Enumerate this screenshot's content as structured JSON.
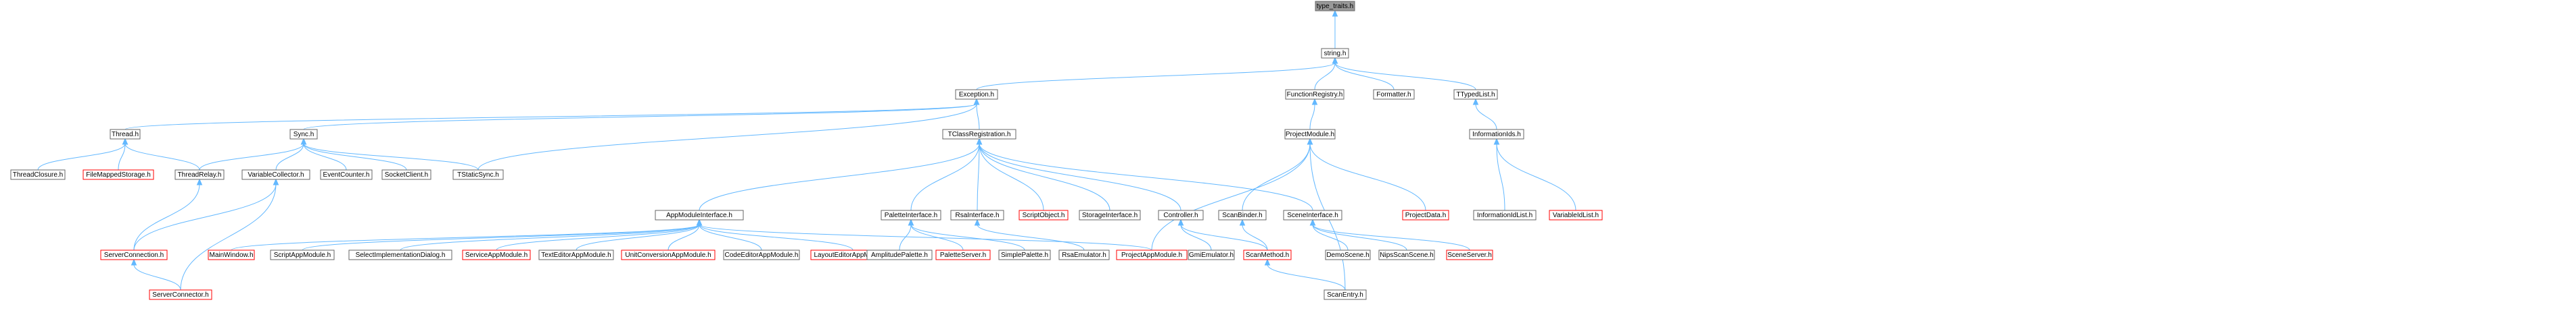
{
  "diagram": {
    "root": "type_traits.h",
    "colors": {
      "edge": "#63b8ff",
      "node_border": "#666666",
      "node_border_truncated": "#ff0000",
      "root_fill": "#999999",
      "node_fill": "#ffffff"
    },
    "nodes": {
      "type_traits": {
        "label": "type_traits.h",
        "style": "root"
      },
      "string": {
        "label": "string.h",
        "style": "normal"
      },
      "exception": {
        "label": "Exception.h",
        "style": "normal"
      },
      "functionregistry": {
        "label": "FunctionRegistry.h",
        "style": "normal"
      },
      "formatter": {
        "label": "Formatter.h",
        "style": "normal"
      },
      "ttypedlist": {
        "label": "TTypedList.h",
        "style": "normal"
      },
      "thread": {
        "label": "Thread.h",
        "style": "normal"
      },
      "sync": {
        "label": "Sync.h",
        "style": "normal"
      },
      "tclassregistration": {
        "label": "TClassRegistration.h",
        "style": "normal"
      },
      "projectmodule": {
        "label": "ProjectModule.h",
        "style": "normal"
      },
      "informationids": {
        "label": "InformationIds.h",
        "style": "normal"
      },
      "threadclosure": {
        "label": "ThreadClosure.h",
        "style": "normal"
      },
      "filemappedstorage": {
        "label": "FileMappedStorage.h",
        "style": "truncated"
      },
      "threadrelay": {
        "label": "ThreadRelay.h",
        "style": "normal"
      },
      "variablecollector": {
        "label": "VariableCollector.h",
        "style": "normal"
      },
      "eventcounter": {
        "label": "EventCounter.h",
        "style": "normal"
      },
      "socketclient": {
        "label": "SocketClient.h",
        "style": "normal"
      },
      "tstaticsync": {
        "label": "TStaticSync.h",
        "style": "normal"
      },
      "appmoduleinterface": {
        "label": "AppModuleInterface.h",
        "style": "normal"
      },
      "paletteinterface": {
        "label": "PaletteInterface.h",
        "style": "normal"
      },
      "rsainterface": {
        "label": "RsaInterface.h",
        "style": "normal"
      },
      "scriptobject": {
        "label": "ScriptObject.h",
        "style": "truncated"
      },
      "storageinterface": {
        "label": "StorageInterface.h",
        "style": "normal"
      },
      "controller": {
        "label": "Controller.h",
        "style": "normal"
      },
      "scanbinder": {
        "label": "ScanBinder.h",
        "style": "normal"
      },
      "sceneinterface": {
        "label": "SceneInterface.h",
        "style": "normal"
      },
      "projectdata": {
        "label": "ProjectData.h",
        "style": "truncated"
      },
      "informationidlist": {
        "label": "InformationIdList.h",
        "style": "normal"
      },
      "variableidlist": {
        "label": "VariableIdList.h",
        "style": "truncated"
      },
      "serverconnection": {
        "label": "ServerConnection.h",
        "style": "truncated"
      },
      "mainwindow": {
        "label": "MainWindow.h",
        "style": "truncated"
      },
      "scriptappmodule": {
        "label": "ScriptAppModule.h",
        "style": "normal"
      },
      "selectimplementationdialog": {
        "label": "SelectImplementationDialog.h",
        "style": "normal"
      },
      "serviceappmodule": {
        "label": "ServiceAppModule.h",
        "style": "truncated"
      },
      "texteditorappmodule": {
        "label": "TextEditorAppModule.h",
        "style": "normal"
      },
      "unitconversionappmodule": {
        "label": "UnitConversionAppModule.h",
        "style": "truncated"
      },
      "codeeditorappmodule": {
        "label": "CodeEditorAppModule.h",
        "style": "normal"
      },
      "layouteditorappmodule": {
        "label": "LayoutEditorAppModule.h",
        "style": "truncated"
      },
      "amplitudepalette": {
        "label": "AmplitudePalette.h",
        "style": "normal"
      },
      "paletteserver": {
        "label": "PaletteServer.h",
        "style": "truncated"
      },
      "simplepalette": {
        "label": "SimplePalette.h",
        "style": "normal"
      },
      "rsaemulator": {
        "label": "RsaEmulator.h",
        "style": "normal"
      },
      "projectappmodule": {
        "label": "ProjectAppModule.h",
        "style": "truncated"
      },
      "gmiemulator": {
        "label": "GmiEmulator.h",
        "style": "normal"
      },
      "scanmethod": {
        "label": "ScanMethod.h",
        "style": "truncated"
      },
      "demoscene": {
        "label": "DemoScene.h",
        "style": "normal"
      },
      "nipsscanscene": {
        "label": "NipsScanScene.h",
        "style": "normal"
      },
      "sceneserver": {
        "label": "SceneServer.h",
        "style": "truncated"
      },
      "serverconnector": {
        "label": "ServerConnector.h",
        "style": "truncated"
      },
      "scanentry": {
        "label": "ScanEntry.h",
        "style": "normal"
      }
    },
    "edges": [
      [
        "type_traits",
        "string"
      ],
      [
        "string",
        "exception"
      ],
      [
        "string",
        "functionregistry"
      ],
      [
        "string",
        "formatter"
      ],
      [
        "string",
        "ttypedlist"
      ],
      [
        "exception",
        "thread"
      ],
      [
        "exception",
        "sync"
      ],
      [
        "exception",
        "tclassregistration"
      ],
      [
        "exception",
        "tstaticsync"
      ],
      [
        "functionregistry",
        "projectmodule"
      ],
      [
        "ttypedlist",
        "informationids"
      ],
      [
        "thread",
        "threadclosure"
      ],
      [
        "thread",
        "filemappedstorage"
      ],
      [
        "thread",
        "threadrelay"
      ],
      [
        "sync",
        "threadrelay"
      ],
      [
        "sync",
        "variablecollector"
      ],
      [
        "sync",
        "eventcounter"
      ],
      [
        "sync",
        "socketclient"
      ],
      [
        "sync",
        "tstaticsync"
      ],
      [
        "threadrelay",
        "serverconnection"
      ],
      [
        "variablecollector",
        "serverconnection"
      ],
      [
        "variablecollector",
        "serverconnector"
      ],
      [
        "serverconnection",
        "serverconnector"
      ],
      [
        "tclassregistration",
        "appmoduleinterface"
      ],
      [
        "tclassregistration",
        "paletteinterface"
      ],
      [
        "tclassregistration",
        "rsainterface"
      ],
      [
        "tclassregistration",
        "scriptobject"
      ],
      [
        "tclassregistration",
        "storageinterface"
      ],
      [
        "tclassregistration",
        "controller"
      ],
      [
        "tclassregistration",
        "sceneinterface"
      ],
      [
        "appmoduleinterface",
        "mainwindow"
      ],
      [
        "appmoduleinterface",
        "scriptappmodule"
      ],
      [
        "appmoduleinterface",
        "selectimplementationdialog"
      ],
      [
        "appmoduleinterface",
        "serviceappmodule"
      ],
      [
        "appmoduleinterface",
        "texteditorappmodule"
      ],
      [
        "appmoduleinterface",
        "unitconversionappmodule"
      ],
      [
        "appmoduleinterface",
        "codeeditorappmodule"
      ],
      [
        "appmoduleinterface",
        "layouteditorappmodule"
      ],
      [
        "appmoduleinterface",
        "projectappmodule"
      ],
      [
        "paletteinterface",
        "amplitudepalette"
      ],
      [
        "paletteinterface",
        "paletteserver"
      ],
      [
        "paletteinterface",
        "simplepalette"
      ],
      [
        "rsainterface",
        "rsaemulator"
      ],
      [
        "controller",
        "gmiemulator"
      ],
      [
        "controller",
        "scanmethod"
      ],
      [
        "projectmodule",
        "projectappmodule"
      ],
      [
        "projectmodule",
        "scanbinder"
      ],
      [
        "projectmodule",
        "projectdata"
      ],
      [
        "projectmodule",
        "scanentry"
      ],
      [
        "scanbinder",
        "scanmethod"
      ],
      [
        "scanmethod",
        "scanentry"
      ],
      [
        "sceneinterface",
        "demoscene"
      ],
      [
        "sceneinterface",
        "nipsscanscene"
      ],
      [
        "sceneinterface",
        "sceneserver"
      ],
      [
        "informationids",
        "informationidlist"
      ],
      [
        "informationids",
        "variableidlist"
      ]
    ]
  }
}
